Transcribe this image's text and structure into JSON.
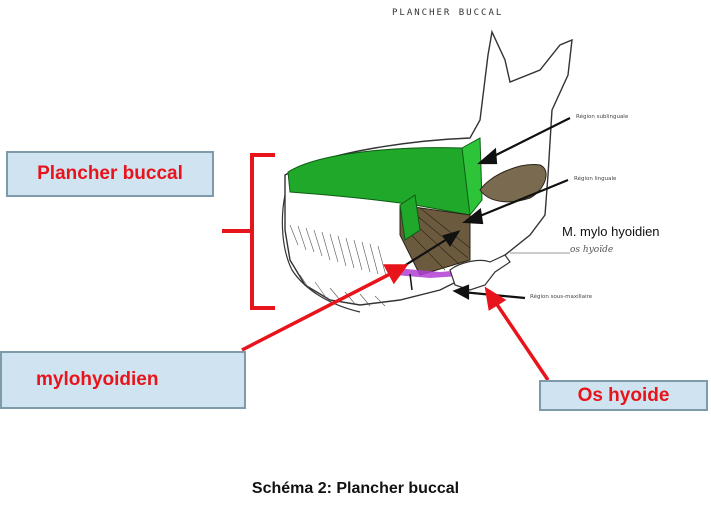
{
  "diagram": {
    "title": "PLANCHER BUCCAL",
    "caption": "Schéma 2: Plancher buccal",
    "labels": {
      "plancher_buccal": "Plancher buccal",
      "mylohyoidien": "mylohyoidien",
      "os_hyoide": "Os hyoide",
      "m_mylo_hyoidien": "M. mylo hyoidien",
      "os_hyoide_handwritten": "os hyoïde",
      "region_sublinguale": "Région sublinguale",
      "region_linguale": "Région linguale",
      "region_sous_maxillaire": "Région sous-maxillaire"
    },
    "colors": {
      "accent_red": "#e8141b",
      "box_fill": "#cfe4f0",
      "box_border": "#7f9aaa",
      "muscle_green": "#1fa82a",
      "muscle_brown": "#6b5a3e",
      "hyoid_purple": "#b23fd4"
    }
  }
}
